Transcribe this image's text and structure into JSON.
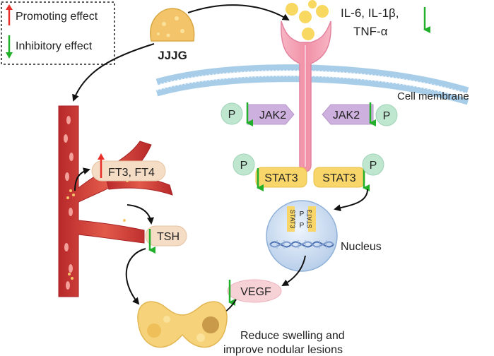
{
  "legend": {
    "promoting": "Promoting effect",
    "inhibitory": "Inhibitory effect"
  },
  "drug_label": "JJJG",
  "cytokines": {
    "line1": "IL-6, IL-1β,",
    "line2": "TNF-α"
  },
  "membrane_label": "Cell membrane",
  "jak2_label": "JAK2",
  "p_label": "P",
  "stat3_label": "STAT3",
  "nucleus_label": "Nucleus",
  "thyroid_hormones": "FT3, FT4",
  "tsh_label": "TSH",
  "vegf_label": "VEGF",
  "outcome": {
    "line1": "Reduce swelling and",
    "line2": "improve nodular lesions"
  },
  "colors": {
    "promoting_arrow": "#e8302a",
    "inhibitory_arrow": "#22b02a",
    "receptor": "#f4a6b6",
    "membrane": "#9cc8e8",
    "jak2": "#cdb0dd",
    "p_circle": "#bfe6cf",
    "stat3": "#f8d66a",
    "nucleus": "#cfe0f4",
    "vessel": "#d8443a",
    "hormone_pill": "#f5dcc4",
    "vegf_pill": "#f6d1d6",
    "thyroid": "#f6d27a",
    "drug": "#f3c46a"
  }
}
